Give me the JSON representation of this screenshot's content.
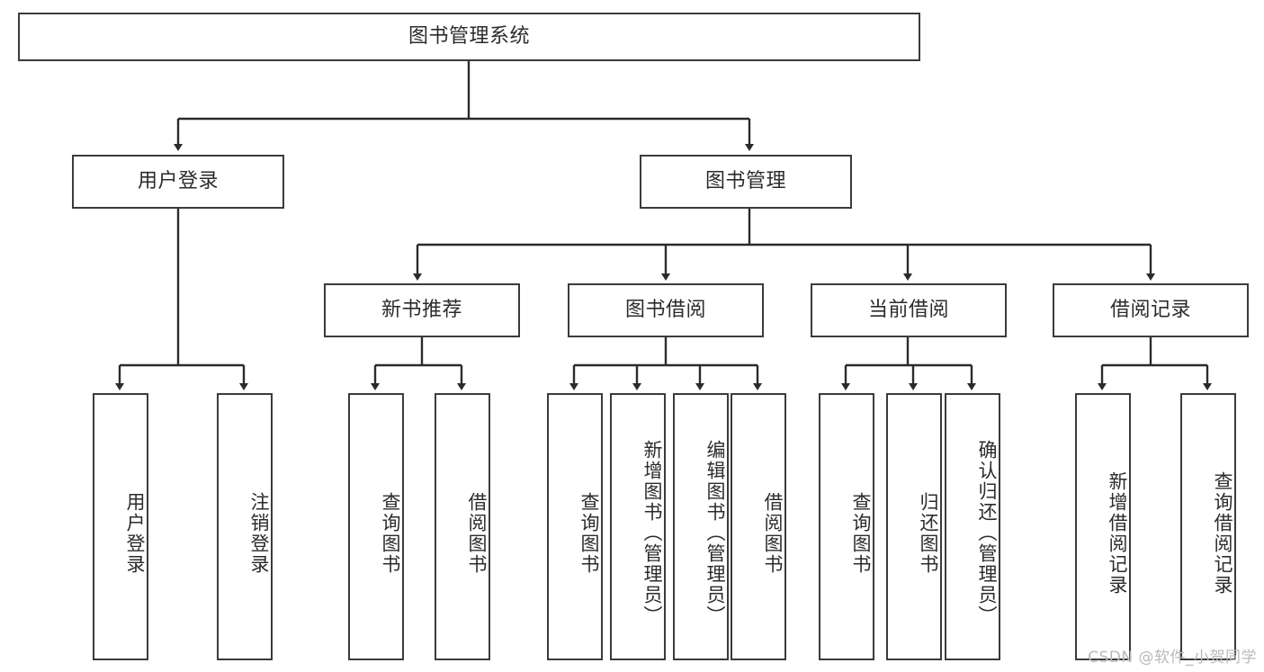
{
  "diagram": {
    "type": "tree-hierarchy",
    "title": "图书管理系统",
    "colors": {
      "box_border": "#3b3b3b",
      "box_fill": "#ffffff",
      "text": "#2b2b2b",
      "edge": "#2b2b2b",
      "watermark": "#b9b9b9",
      "background": "#ffffff"
    },
    "root": {
      "label": "图书管理系统"
    },
    "level1": [
      {
        "label": "用户登录"
      },
      {
        "label": "图书管理"
      }
    ],
    "level2": [
      {
        "label": "新书推荐"
      },
      {
        "label": "图书借阅"
      },
      {
        "label": "当前借阅"
      },
      {
        "label": "借阅记录"
      }
    ],
    "leaves": [
      {
        "label": "用户登录",
        "parent": "用户登录"
      },
      {
        "label": "注销登录",
        "parent": "用户登录"
      },
      {
        "label": "查询图书",
        "parent": "新书推荐"
      },
      {
        "label": "借阅图书",
        "parent": "新书推荐"
      },
      {
        "label": "查询图书",
        "parent": "图书借阅"
      },
      {
        "label": "新增图书（管理员）",
        "parent": "图书借阅"
      },
      {
        "label": "编辑图书（管理员）",
        "parent": "图书借阅"
      },
      {
        "label": "借阅图书",
        "parent": "图书借阅"
      },
      {
        "label": "查询图书",
        "parent": "当前借阅"
      },
      {
        "label": "归还图书",
        "parent": "当前借阅"
      },
      {
        "label": "确认归还（管理员）",
        "parent": "当前借阅"
      },
      {
        "label": "新增借阅记录",
        "parent": "借阅记录"
      },
      {
        "label": "查询借阅记录",
        "parent": "借阅记录"
      }
    ]
  },
  "watermark": {
    "text": "CSDN @软件_小贺同学"
  }
}
